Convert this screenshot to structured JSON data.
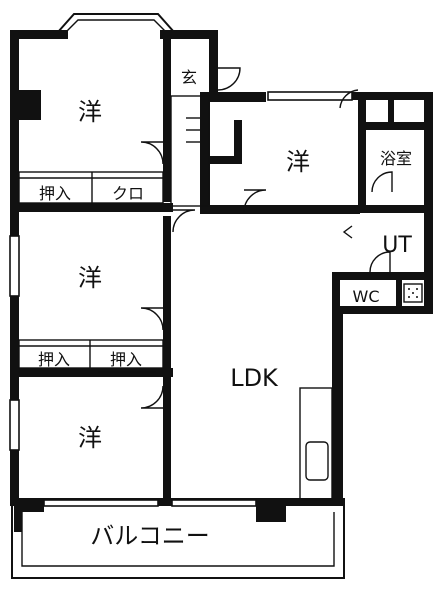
{
  "colors": {
    "wall": "#111111",
    "background": "#ffffff"
  },
  "plan": {
    "rooms": {
      "bedroom_1": "洋",
      "bedroom_2": "洋",
      "bedroom_3": "洋",
      "bedroom_4": "洋",
      "entrance": "玄",
      "bathroom": "浴室",
      "utility": "UT",
      "toilet": "WC",
      "living_dining_kitchen": "LDK",
      "balcony": "バルコニー"
    },
    "storage": {
      "closet_1": "押入",
      "walk_in_closet": "クロ",
      "closet_2": "押入",
      "closet_3": "押入"
    }
  }
}
